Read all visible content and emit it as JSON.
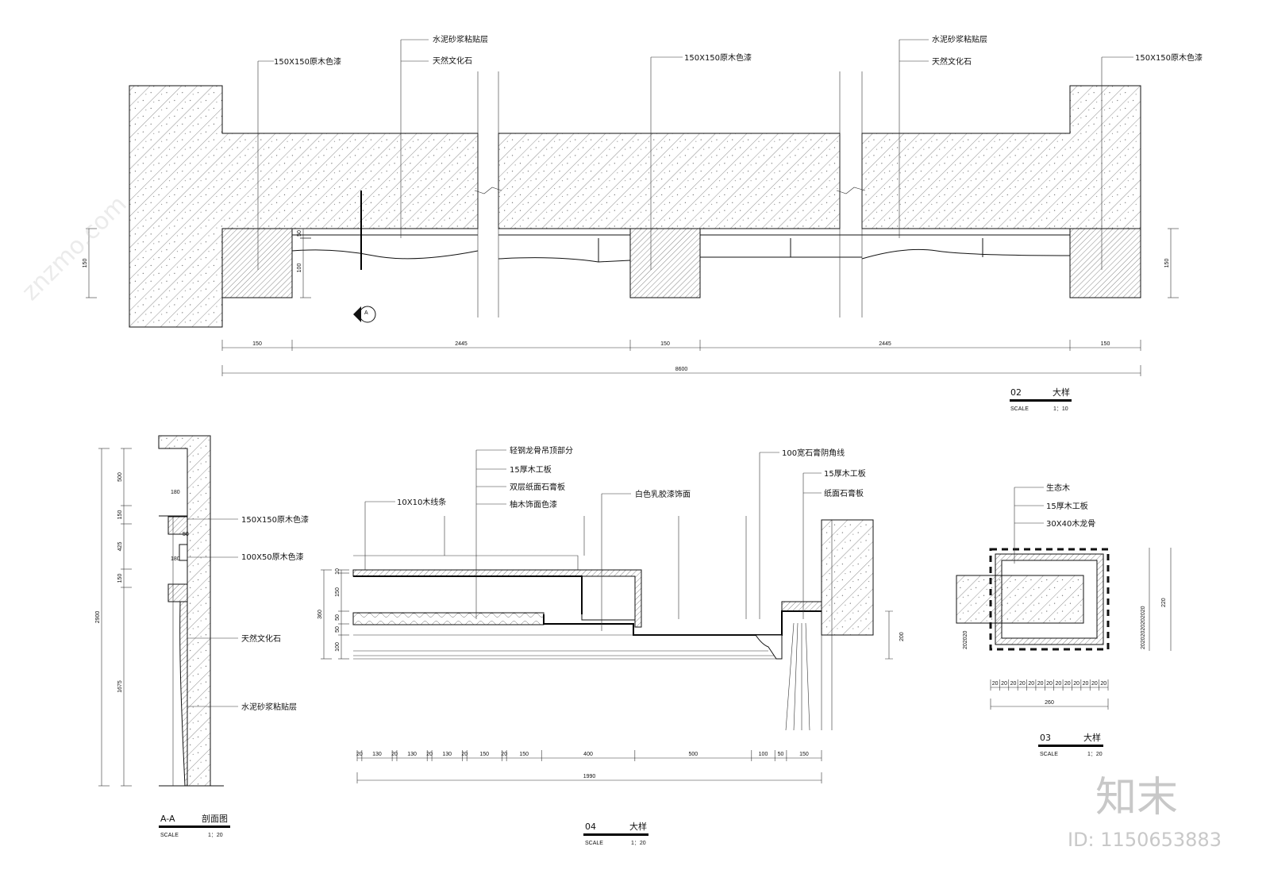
{
  "detail_02": {
    "labels": {
      "wood_left": "150X150原木色漆",
      "mortar_left": "水泥砂浆粘贴层",
      "stone_left": "天然文化石",
      "wood_mid": "150X150原木色漆",
      "mortar_right": "水泥砂浆粘贴层",
      "stone_right": "天然文化石",
      "wood_right": "150X150原木色漆"
    },
    "dims": [
      "150",
      "2445",
      "150",
      "2445",
      "150"
    ],
    "total": "8600",
    "left_dim": "150",
    "inner_dims": [
      "100",
      "50"
    ],
    "right_dim": "150",
    "section_marker": "A",
    "title": {
      "number": "02",
      "name": "大样",
      "scale_label": "SCALE",
      "scale": "1：10"
    }
  },
  "section_aa": {
    "labels": [
      "150X150原木色漆",
      "100X50原木色漆",
      "天然文化石",
      "水泥砂浆粘贴层"
    ],
    "dims": [
      "500",
      "150",
      "425",
      "150",
      "1675"
    ],
    "total": "2900",
    "offsets": [
      "180",
      "50",
      "180"
    ],
    "title": {
      "number": "A-A",
      "name": "剖面图",
      "scale_label": "SCALE",
      "scale": "1：20"
    }
  },
  "detail_04": {
    "labels": {
      "strip": "10X10木线条",
      "keel": "轻钢龙骨吊顶部分",
      "board": "15厚木工板",
      "gypsum_double": "双层纸面石膏板",
      "teak": "柚木饰面色漆",
      "latex": "白色乳胶漆饰面",
      "cornice": "100宽石膏阴角线",
      "board2": "15厚木工板",
      "gypsum": "纸面石膏板"
    },
    "dims": [
      "20",
      "130",
      "20",
      "130",
      "20",
      "130",
      "20",
      "150",
      "20",
      "150",
      "400",
      "500",
      "100",
      "50",
      "150"
    ],
    "total": "1990",
    "left_dims": [
      "10",
      "150",
      "50",
      "50",
      "100"
    ],
    "left_total": "360",
    "right_dim": "200",
    "title": {
      "number": "04",
      "name": "大样",
      "scale_label": "SCALE",
      "scale": "1：20"
    }
  },
  "detail_03": {
    "labels": [
      "生态木",
      "15厚木工板",
      "30X40木龙骨"
    ],
    "bottom_dims": [
      "20",
      "20",
      "20",
      "20",
      "20",
      "20",
      "20",
      "20",
      "20",
      "20",
      "20",
      "20",
      "20"
    ],
    "total": "260",
    "right_dims": "20202020202020",
    "right_total": "220",
    "left_dims": "202020",
    "title": {
      "number": "03",
      "name": "大样",
      "scale_label": "SCALE",
      "scale": "1：20"
    }
  },
  "watermark": {
    "logo": "知末",
    "id": "ID: 1150653883",
    "site": "znzmo.com"
  }
}
